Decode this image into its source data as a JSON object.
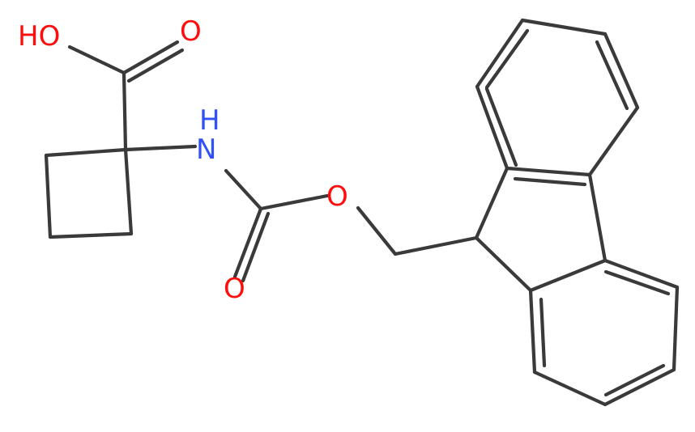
{
  "molecule": {
    "atoms": [
      {
        "id": "hydroxyl",
        "name": "hydroxyl-label",
        "text": "HO",
        "color": "#ff0d0d"
      },
      {
        "id": "acid-carbonyl-o",
        "name": "acid-carbonyl-o-label",
        "text": "O",
        "color": "#ff0d0d"
      },
      {
        "id": "amine-n",
        "name": "amine-n-label",
        "text": "N",
        "color": "#3050f8"
      },
      {
        "id": "amine-h",
        "name": "amine-h-label",
        "text": "H",
        "color": "#3050f8"
      },
      {
        "id": "ester-o",
        "name": "ester-o-label",
        "text": "O",
        "color": "#ff0d0d"
      },
      {
        "id": "carbamate-o",
        "name": "carbamate-o-label",
        "text": "O",
        "color": "#ff0d0d"
      }
    ],
    "bond_color": "#3a3a3a"
  }
}
